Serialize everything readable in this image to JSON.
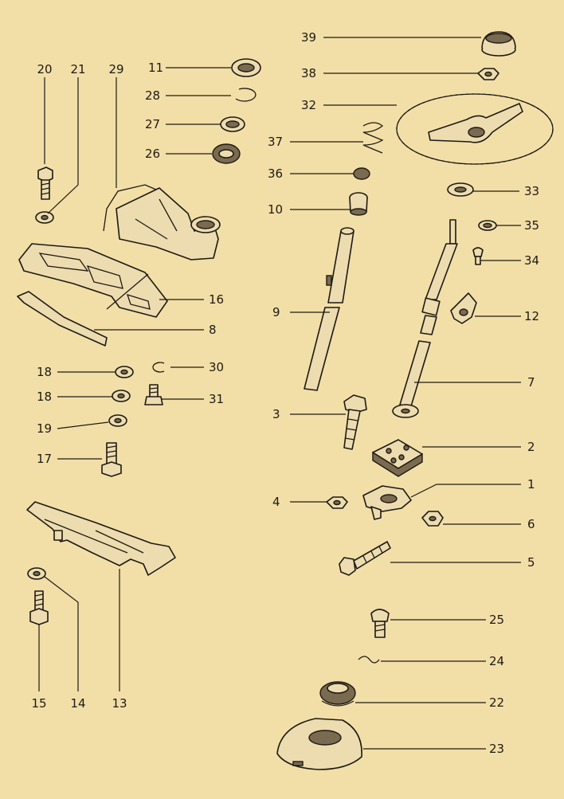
{
  "diagram": {
    "callouts": [
      {
        "id": "20",
        "text": "20"
      },
      {
        "id": "21",
        "text": "21"
      },
      {
        "id": "29",
        "text": "29"
      },
      {
        "id": "11",
        "text": "11"
      },
      {
        "id": "28",
        "text": "28"
      },
      {
        "id": "27",
        "text": "27"
      },
      {
        "id": "26",
        "text": "26"
      },
      {
        "id": "16",
        "text": "16"
      },
      {
        "id": "8",
        "text": "8"
      },
      {
        "id": "18a",
        "text": "18"
      },
      {
        "id": "30",
        "text": "30"
      },
      {
        "id": "18b",
        "text": "18"
      },
      {
        "id": "31",
        "text": "31"
      },
      {
        "id": "19",
        "text": "19"
      },
      {
        "id": "17",
        "text": "17"
      },
      {
        "id": "15",
        "text": "15"
      },
      {
        "id": "14",
        "text": "14"
      },
      {
        "id": "13",
        "text": "13"
      },
      {
        "id": "39",
        "text": "39"
      },
      {
        "id": "38",
        "text": "38"
      },
      {
        "id": "32",
        "text": "32"
      },
      {
        "id": "37",
        "text": "37"
      },
      {
        "id": "36",
        "text": "36"
      },
      {
        "id": "10",
        "text": "10"
      },
      {
        "id": "33",
        "text": "33"
      },
      {
        "id": "35",
        "text": "35"
      },
      {
        "id": "34",
        "text": "34"
      },
      {
        "id": "12",
        "text": "12"
      },
      {
        "id": "9",
        "text": "9"
      },
      {
        "id": "7",
        "text": "7"
      },
      {
        "id": "3",
        "text": "3"
      },
      {
        "id": "2",
        "text": "2"
      },
      {
        "id": "1",
        "text": "1"
      },
      {
        "id": "4",
        "text": "4"
      },
      {
        "id": "6",
        "text": "6"
      },
      {
        "id": "5",
        "text": "5"
      },
      {
        "id": "25",
        "text": "25"
      },
      {
        "id": "24",
        "text": "24"
      },
      {
        "id": "22",
        "text": "22"
      },
      {
        "id": "23",
        "text": "23"
      }
    ]
  }
}
